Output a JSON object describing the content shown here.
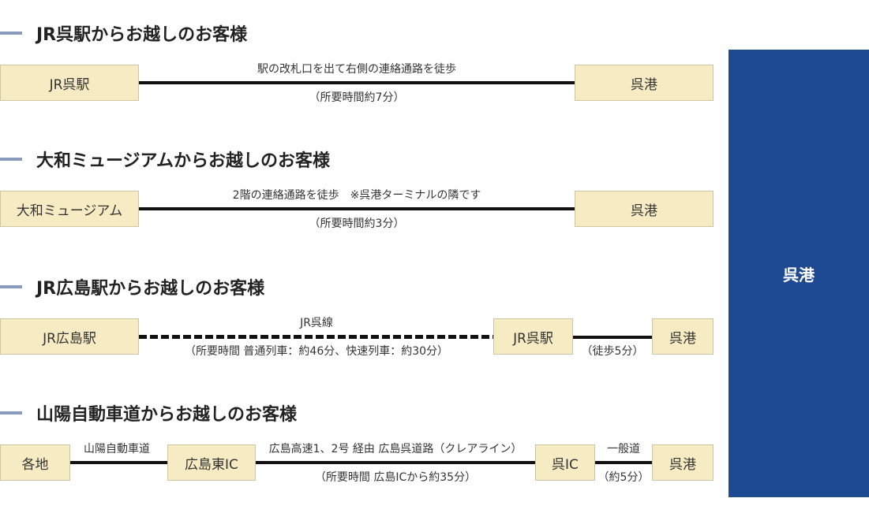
{
  "sections": [
    {
      "title": "JR呉駅からお越しのお客様",
      "boxes": [
        "JR呉駅",
        "呉港"
      ],
      "line_label_top": "駅の改札口を出て右側の連絡通路を徒歩",
      "line_label_bottom": "（所要時間約7分）"
    },
    {
      "title": "大和ミュージアムからお越しのお客様",
      "boxes": [
        "大和ミュージアム",
        "呉港"
      ],
      "line_label_top": "2階の連絡通路を徒歩　※呉港ターミナルの隣です",
      "line_label_bottom": "（所要時間約3分）"
    },
    {
      "title": "JR広島駅からお越しのお客様",
      "boxes": [
        "JR広島駅",
        "JR呉駅",
        "呉港"
      ],
      "seg1_top": "JR呉線",
      "seg1_bottom": "（所要時間  普通列車：約46分、快速列車：約30分）",
      "seg2_bottom": "（徒歩5分）"
    },
    {
      "title": "山陽自動車道からお越しのお客様",
      "boxes": [
        "各地",
        "広島東IC",
        "呉IC",
        "呉港"
      ],
      "seg1_top": "山陽自動車道",
      "seg2_top": "広島高速1、2号 経由 広島呉道路（クレアライン）",
      "seg2_bottom": "（所要時間 広島ICから約35分）",
      "seg3_top": "一般道",
      "seg3_bottom": "（約5分）"
    }
  ],
  "destination": "呉港",
  "colors": {
    "box_fill": "#f6ebc2",
    "destination_panel": "#1e4a94",
    "section_bar": "#8a9bbd",
    "route_line": "#111111"
  }
}
